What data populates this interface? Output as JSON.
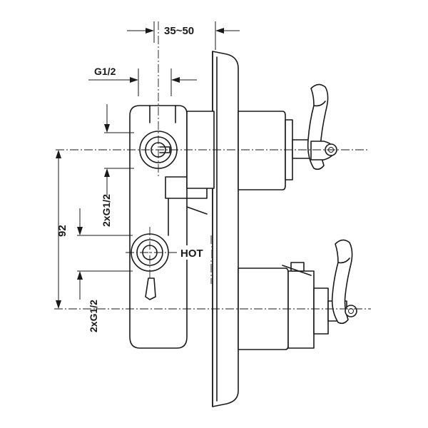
{
  "dimensions": {
    "projection": "35~50",
    "inlet_thread": "G1/2",
    "top_outlets": "2xG1/2",
    "center_distance": "92",
    "bottom_outlets": "2xG1/2"
  },
  "labels": {
    "hot": "HOT"
  }
}
